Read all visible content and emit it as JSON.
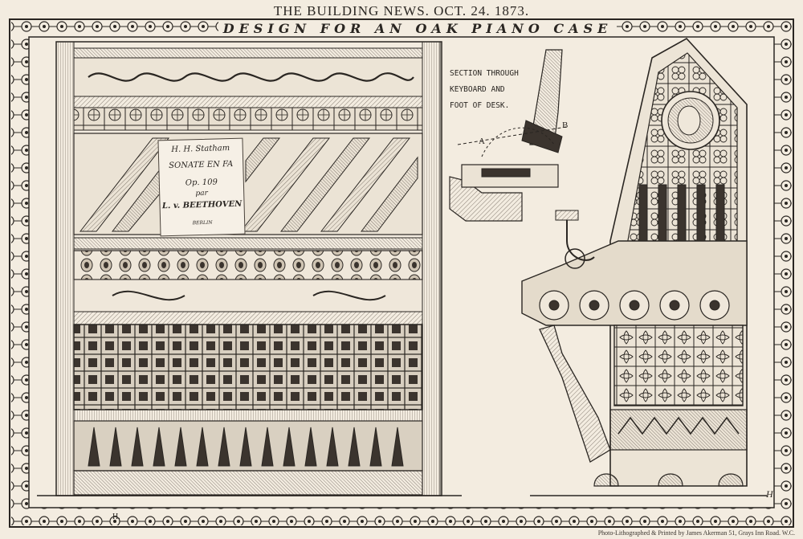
{
  "header": {
    "text": "THE BUILDING NEWS. OCT. 24. 1873."
  },
  "title": {
    "text": "DESIGN FOR AN OAK PIANO CASE"
  },
  "section_note": {
    "line1": "SECTION THROUGH",
    "line2": "KEYBOARD AND",
    "line3": "FOOT OF DESK."
  },
  "section_marks": {
    "a": "A",
    "b": "B"
  },
  "music_card": {
    "author": "H. H. Statham",
    "line1": "SONATE EN FA",
    "line2": "Op. 109",
    "line3": "par",
    "line4": "L. v. BEETHOVEN",
    "line5": "BERLIN"
  },
  "monogram": "H.",
  "signature": "H",
  "footer": {
    "text": "Photo-Lithographed & Printed by James Akerman 51, Grays Inn Road. W.C."
  },
  "colors": {
    "paper": "#f3ece0",
    "ink": "#2a2622",
    "hatch": "#6b6056"
  }
}
